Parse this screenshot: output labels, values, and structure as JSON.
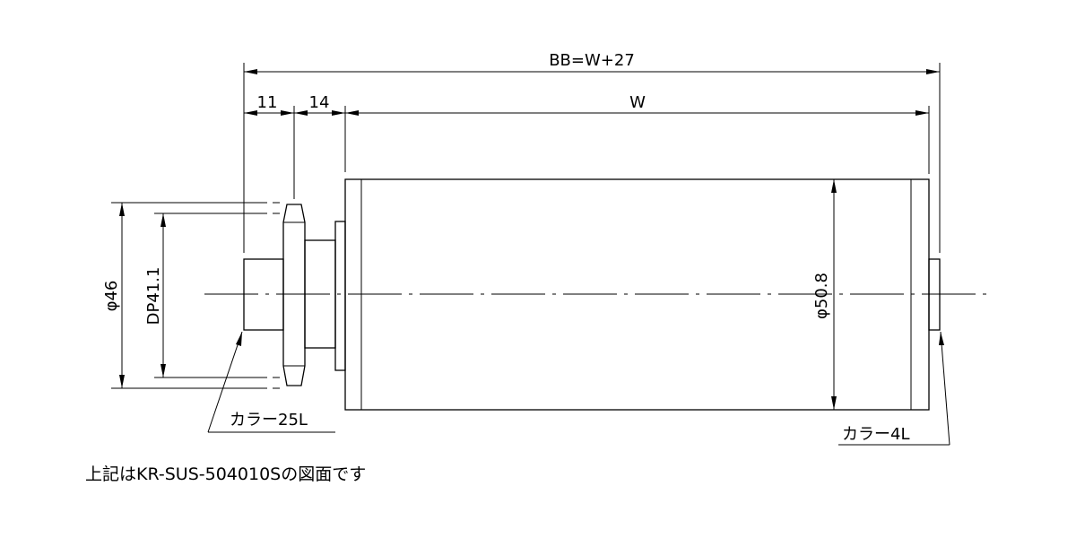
{
  "dimensions": {
    "overall_length": "BB=W+27",
    "collar_left_length": "11",
    "shaft_left_length": "14",
    "roller_width": "W",
    "flange_diameter": "φ46",
    "pitch_diameter": "DP41.1",
    "roller_diameter": "φ50.8"
  },
  "callouts": {
    "collar_left": "カラー25L",
    "collar_right": "カラー4L"
  },
  "note": "上記はKR-SUS-504010Sの図面です"
}
